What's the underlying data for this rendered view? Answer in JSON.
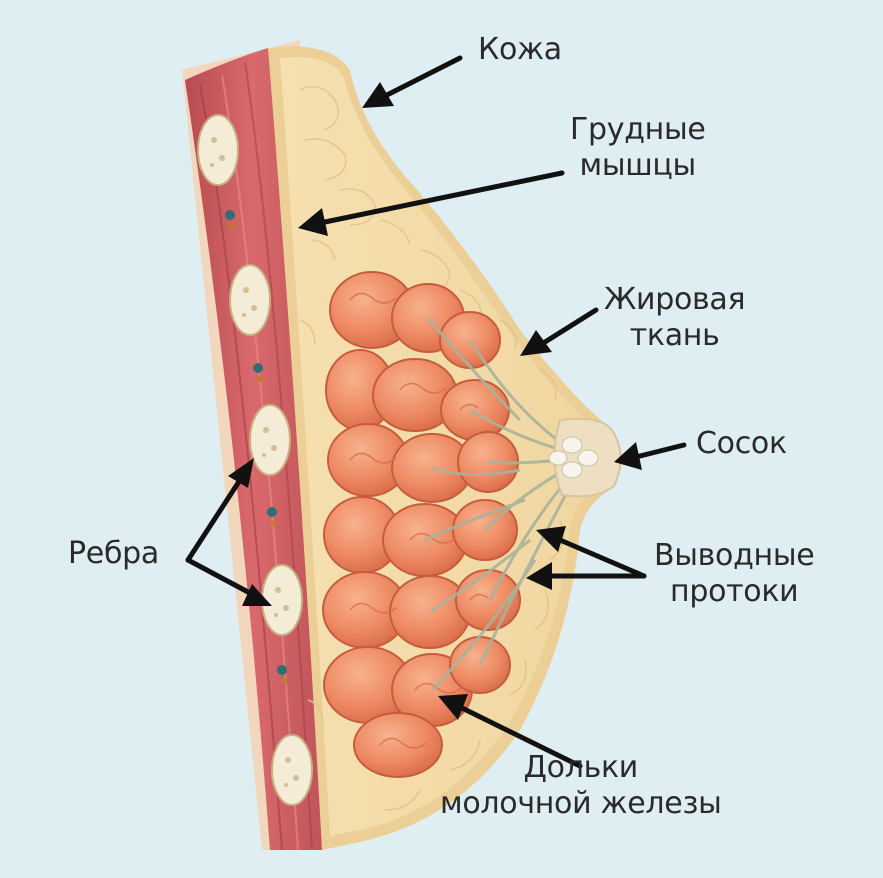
{
  "labels": {
    "skin": "Кожа",
    "pectoral_muscles": [
      "Грудные",
      "мышцы"
    ],
    "adipose_tissue": [
      "Жировая",
      "ткань"
    ],
    "nipple": "Сосок",
    "ribs": "Ребра",
    "ducts": [
      "Выводные",
      "протоки"
    ],
    "lobules": [
      "Дольки",
      "молочной железы"
    ]
  },
  "colors": {
    "background": "#dfeef3",
    "skin": "#f1d9a6",
    "fat": "#f4dca8",
    "muscle": "#c9575c",
    "gland": "#ee8f68",
    "rib": "#f3ead6",
    "arrow": "#111111"
  }
}
